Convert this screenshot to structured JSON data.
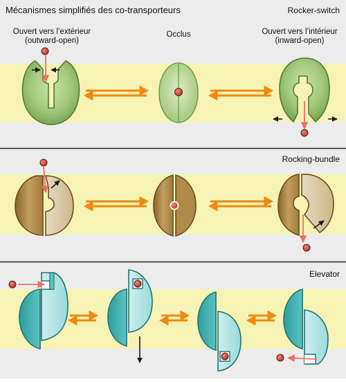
{
  "title": "Mécanismes simplifiés des co-transporteurs",
  "panels": {
    "rocker_switch": {
      "name": "Rocker-switch",
      "states": {
        "outward": {
          "line1": "Ouvert vers l’extérieur",
          "line2": "(outward-open)"
        },
        "occluded": {
          "line1": "Occlus"
        },
        "inward": {
          "line1": "Ouvert vers l’intérieur",
          "line2": "(inward-open)"
        }
      }
    },
    "rocking_bundle": {
      "name": "Rocking-bundle"
    },
    "elevator": {
      "name": "Elevator"
    }
  },
  "colors": {
    "panel_background": "#ececec",
    "membrane": "#f6f3b4",
    "divider": "#1a1a1a",
    "equilibrium_arrow": "#ee8a12",
    "substrate": "#c8443c",
    "substrate_path": "#ec6f5f",
    "rocker_green_dark": "#6f9e4a",
    "rocker_green_light": "#c7e0a4",
    "bundle_brown_dark": "#9b7434",
    "bundle_tan_light": "#e2d4b2",
    "elevator_teal_dark": "#3aaaaa",
    "elevator_teal_light": "#bde8e8"
  },
  "icons": [
    "substrate-ion",
    "equilibrium-arrows",
    "pathway-arrow",
    "motion-arrow"
  ]
}
